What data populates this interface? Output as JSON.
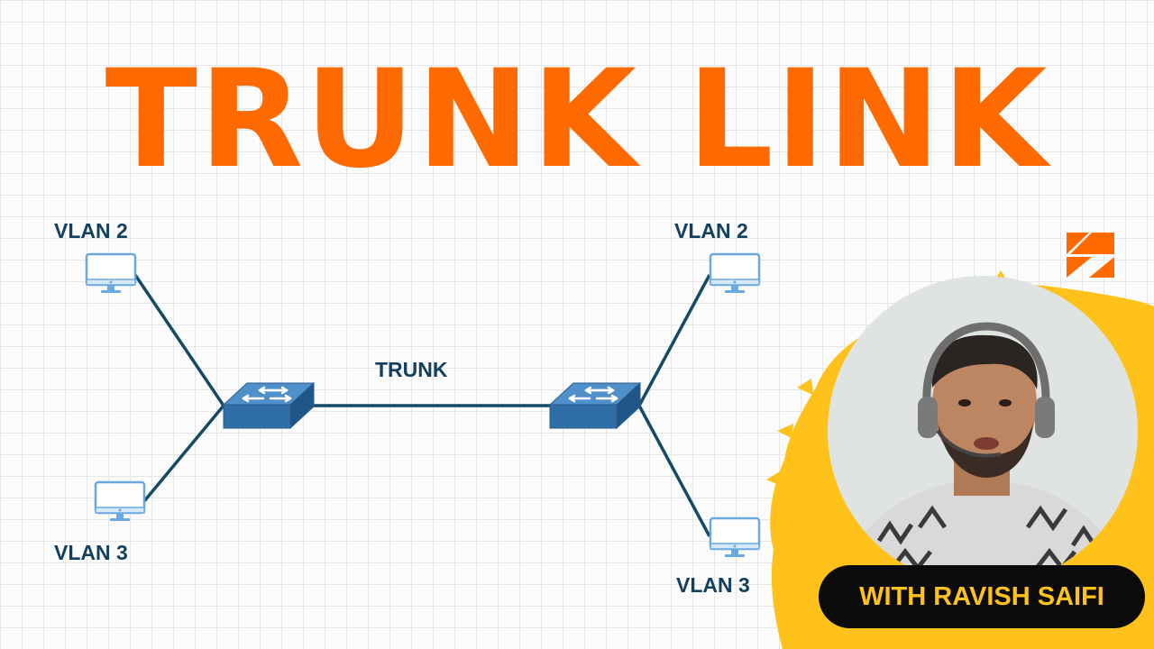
{
  "title": "TRUNK LINK",
  "diagram": {
    "left_pc_top_label": "VLAN 2",
    "left_pc_bottom_label": "VLAN 3",
    "right_pc_top_label": "VLAN 2",
    "right_pc_bottom_label": "VLAN 3",
    "trunk_label": "TRUNK"
  },
  "presenter": {
    "badge_text": "WITH RAVISH SAIFI"
  },
  "colors": {
    "title": "#ff6a00",
    "label": "#12405e",
    "switch": "#2f6ea7",
    "monitor": "#6aa9e0",
    "accent_yellow": "#ffc21a",
    "logo": "#ff6a00"
  }
}
